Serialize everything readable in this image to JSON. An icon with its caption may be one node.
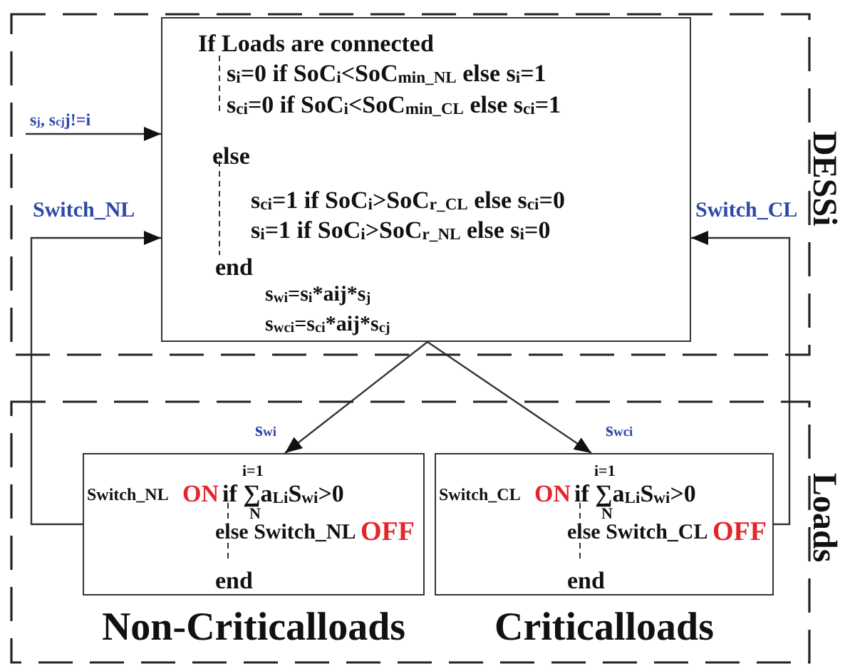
{
  "diagram": {
    "nodes": [
      {
        "text": [
          "DESSi"
        ]
      },
      {
        "text": [
          "If Loads are connected",
          "s$_{i}$=0 if SoC$_{i}$<SoC$_{min_NL}$ else s$_{i}$=1",
          "s$_{ci}$=0 if SoC$_{i}$<SoC$_{min_CL}$ else s$_{ci}$=1",
          "else",
          "s$_{ci}$=1 if SoC$_{i}$>SoC$_{r_CL}$ else s$_{ci}$=0",
          "s$_{i}$=1 if SoC$_{i}$>SoC$_{r_NL}$ else s$_{i}$=0",
          "end",
          "s$_{wi}$=s$_{i}$*aij*s$_{j}$",
          "s$_{wci}$=s$_{ci}$*aij*s$_{cj}$"
        ],
        "in": 0
      },
      {
        "text": [
          "Loads"
        ]
      },
      {
        "text": [
          "Switch_NL",
          "ON",
          "i=1",
          "if ∑a$_{Li}$S$_{wi}$>0",
          "N",
          "else Switch_NL",
          "OFF",
          "end"
        ],
        "in": 2,
        "beside": [
          "Non-Criticalloads"
        ]
      },
      {
        "text": [
          "Switch_CL",
          "ON",
          "i=1",
          "if ∑a$_{Li}$S$_{wi}$>0",
          "N",
          "else Switch_CL",
          "OFF",
          "end"
        ],
        "in": 2,
        "beside": [
          "Criticalloads"
        ]
      }
    ],
    "edges": [
      {
        "from": null,
        "to": 1,
        "arrow": "to",
        "label": "s$_{j}$, s$_{cj}$j!=i"
      },
      {
        "from": 3,
        "to": 1,
        "arrow": "to",
        "label": "Switch_NL"
      },
      {
        "from": 4,
        "to": 1,
        "arrow": "to",
        "label": "Switch_CL"
      },
      {
        "from": 1,
        "to": 3,
        "arrow": "to",
        "label": "s$_{wi}$"
      },
      {
        "from": 1,
        "to": 4,
        "arrow": "to",
        "label": "s$_{wci}$"
      }
    ]
  }
}
